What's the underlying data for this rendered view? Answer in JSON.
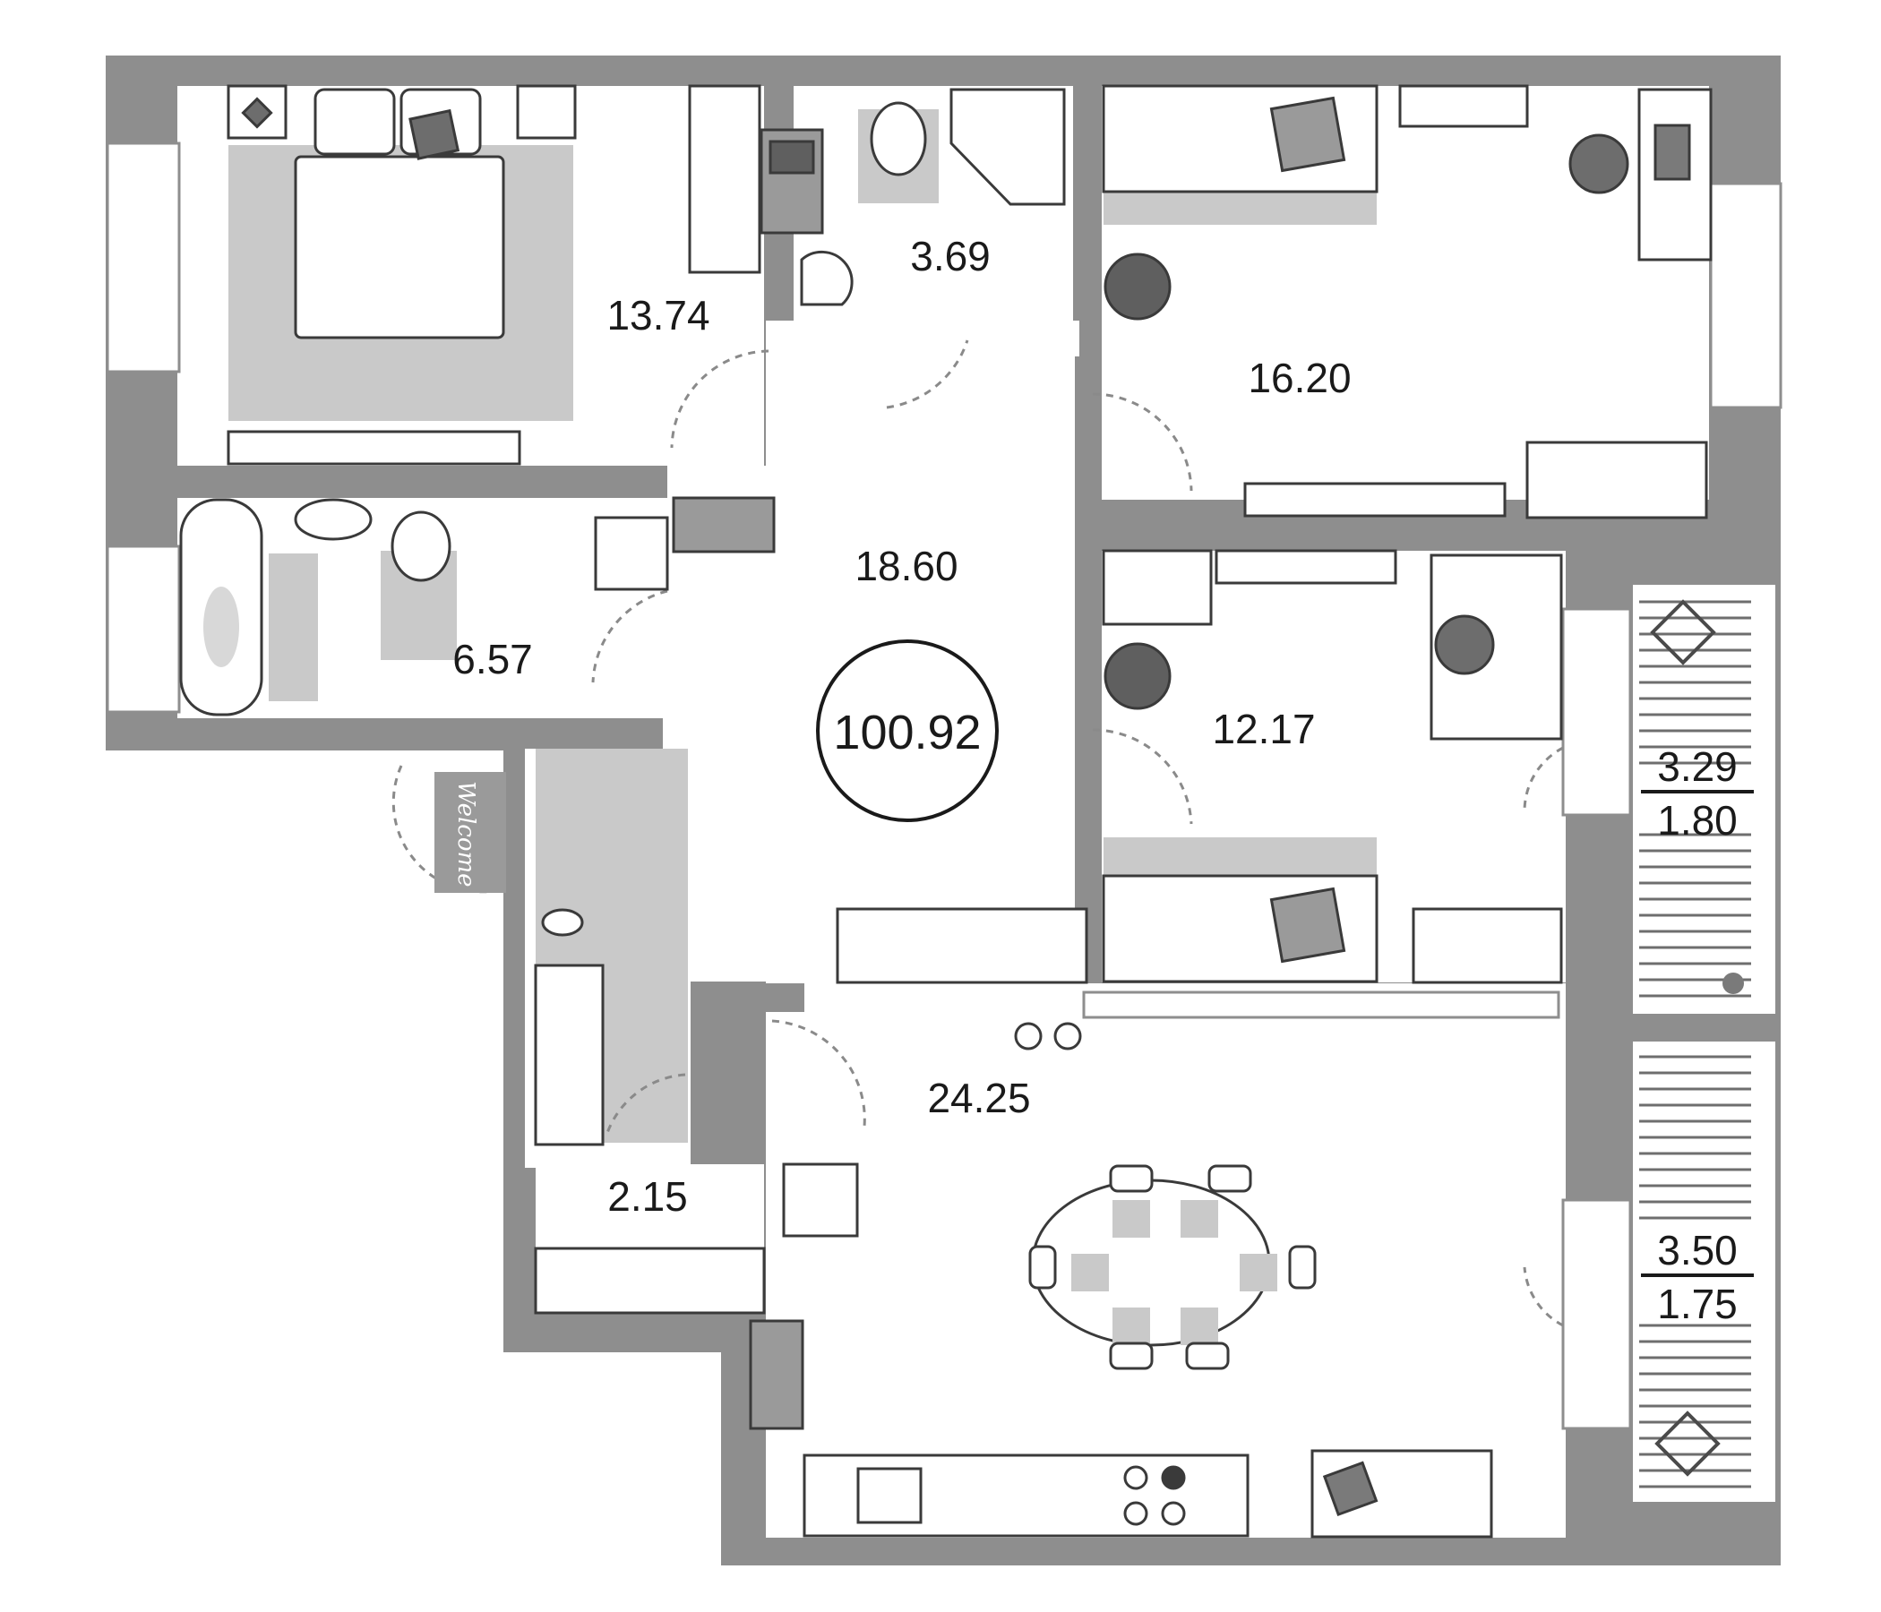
{
  "plan": {
    "total_area": "100.92",
    "rooms": {
      "bedroom_main": "13.74",
      "toilet": "3.69",
      "bedroom_office": "16.20",
      "bathroom": "6.57",
      "hall": "18.60",
      "bedroom_small": "12.17",
      "entrance": "2.15",
      "kitchen_living": "24.25"
    },
    "balconies": [
      {
        "area": "3.29",
        "coefficient_area": "1.80"
      },
      {
        "area": "3.50",
        "coefficient_area": "1.75"
      }
    ],
    "doormat_text": "Welcome"
  },
  "colors": {
    "wall": "#8e8e8e",
    "floor": "#ffffff",
    "rug": "#c9c9c9",
    "line": "#3a3a3a",
    "furniture_fill": "#ffffff",
    "accent_gray": "#7a7a7a"
  }
}
